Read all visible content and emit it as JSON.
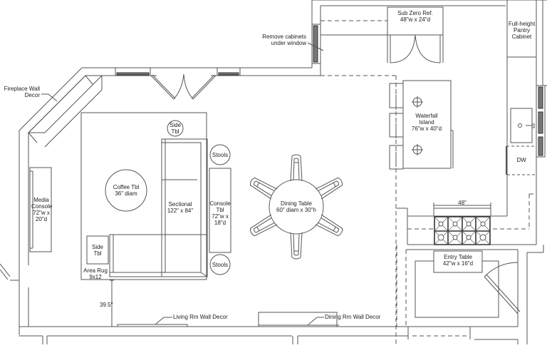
{
  "plan": {
    "colors": {
      "line": "#555555",
      "dark": "#333333",
      "window": "#777777",
      "background": "#ffffff",
      "text": "#222222"
    },
    "labels": {
      "fireplace_wall_decor": "Fireplace Wall\nDecor",
      "remove_cabinets": "Remove cabinets\nunder window",
      "sub_zero_ref": "Sub Zero Ref.\n48\"w x 24\"d",
      "pantry_cabinet": "Full-height\nPantry\nCabinet",
      "side_table_top": "Side\nTbl",
      "stools_top": "Stools",
      "stools_bottom": "Stools",
      "coffee_table": "Coffee Tbl\n36\" diam",
      "sectional": "Sectional\n122\" x 84\"",
      "console_table": "Console\nTbl\n72\"w x\n18\"d",
      "media_console": "Media\nConsole\n72\"w x\n20\"d",
      "side_table_bottom": "Side\nTbl",
      "area_rug": "Area Rug\n9x12",
      "dimension_39_5": "39.5\"",
      "living_rm_wall_decor": "Living Rm Wall Decor",
      "dining_rm_wall_decor": "Dining Rm Wall Decor",
      "dining_table": "Dining Table\n60\" diam x 30\"h",
      "waterfall_island": "Waterfall\nIsland\n76\"w x 40\"d",
      "dishwasher": "DW",
      "range_width": "48\"",
      "entry_table": "Entry Table\n42\"w x 16\"d"
    }
  }
}
